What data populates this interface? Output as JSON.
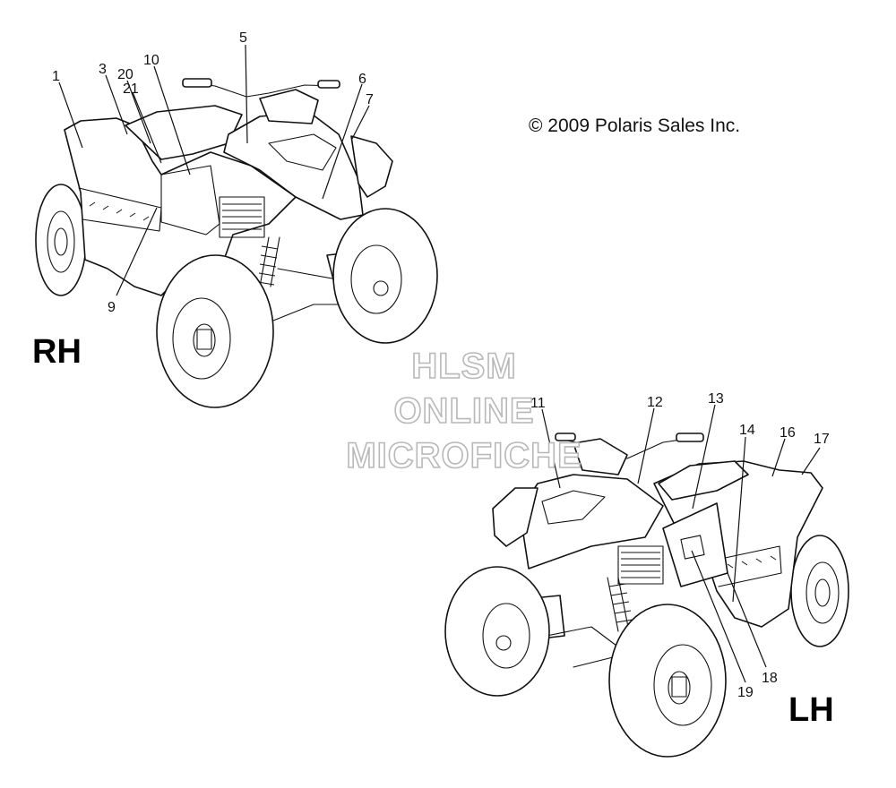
{
  "copyright": "© 2009 Polaris Sales Inc.",
  "views": {
    "rh": {
      "label": "RH"
    },
    "lh": {
      "label": "LH"
    }
  },
  "watermark": {
    "line1": "HLSM",
    "line2": "ONLINE",
    "line3": "MICROFICHE"
  },
  "callouts": {
    "c1": "1",
    "c3": "3",
    "c20": "20",
    "c21": "21",
    "c10": "10",
    "c5": "5",
    "c6": "6",
    "c7": "7",
    "c9": "9",
    "c11": "11",
    "c12": "12",
    "c13": "13",
    "c14": "14",
    "c16": "16",
    "c17": "17",
    "c18": "18",
    "c19": "19"
  }
}
